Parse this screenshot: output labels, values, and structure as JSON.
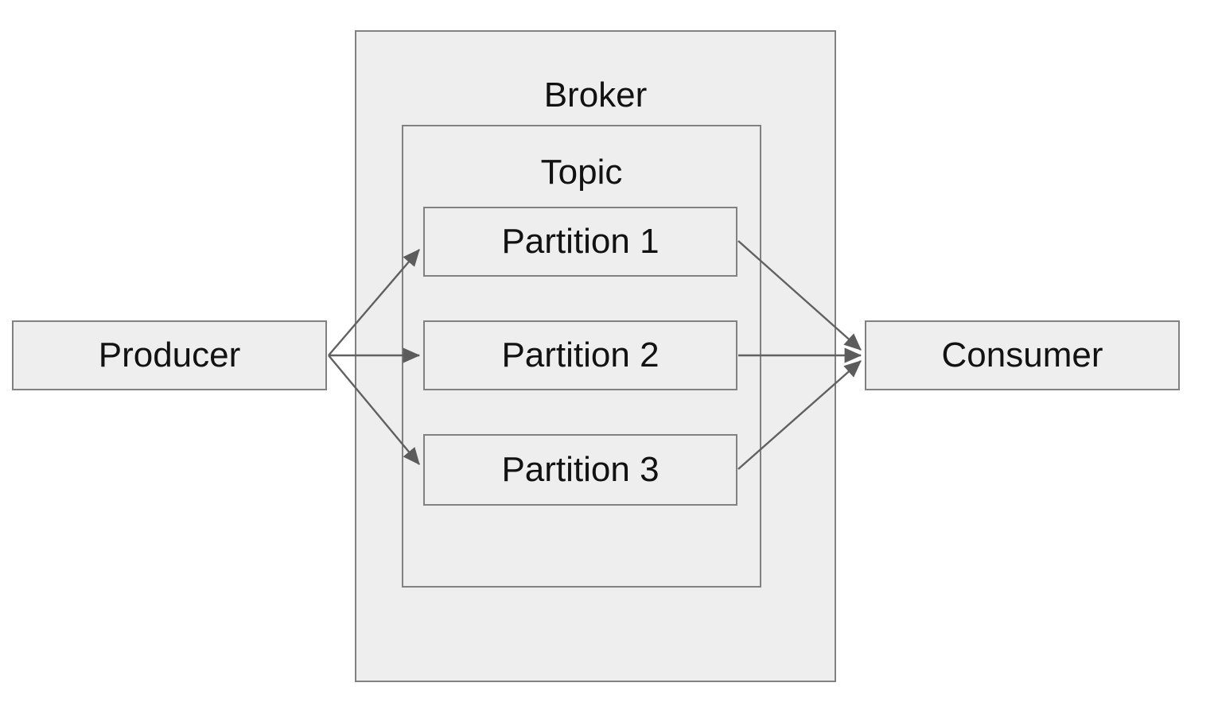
{
  "diagram": {
    "title": "Kafka broker topic partitions diagram",
    "colors": {
      "background": "#ffffff",
      "box_fill": "#eeeeee",
      "box_border": "#818181",
      "arrow": "#616161",
      "text": "#121212"
    },
    "nodes": {
      "producer": {
        "label": "Producer"
      },
      "broker": {
        "label": "Broker"
      },
      "topic": {
        "label": "Topic"
      },
      "partition1": {
        "label": "Partition 1"
      },
      "partition2": {
        "label": "Partition 2"
      },
      "partition3": {
        "label": "Partition 3"
      },
      "consumer": {
        "label": "Consumer"
      }
    },
    "edges": [
      {
        "from": "Producer",
        "to": "Partition 1"
      },
      {
        "from": "Producer",
        "to": "Partition 2"
      },
      {
        "from": "Producer",
        "to": "Partition 3"
      },
      {
        "from": "Partition 1",
        "to": "Consumer"
      },
      {
        "from": "Partition 2",
        "to": "Consumer"
      },
      {
        "from": "Partition 3",
        "to": "Consumer"
      }
    ]
  }
}
